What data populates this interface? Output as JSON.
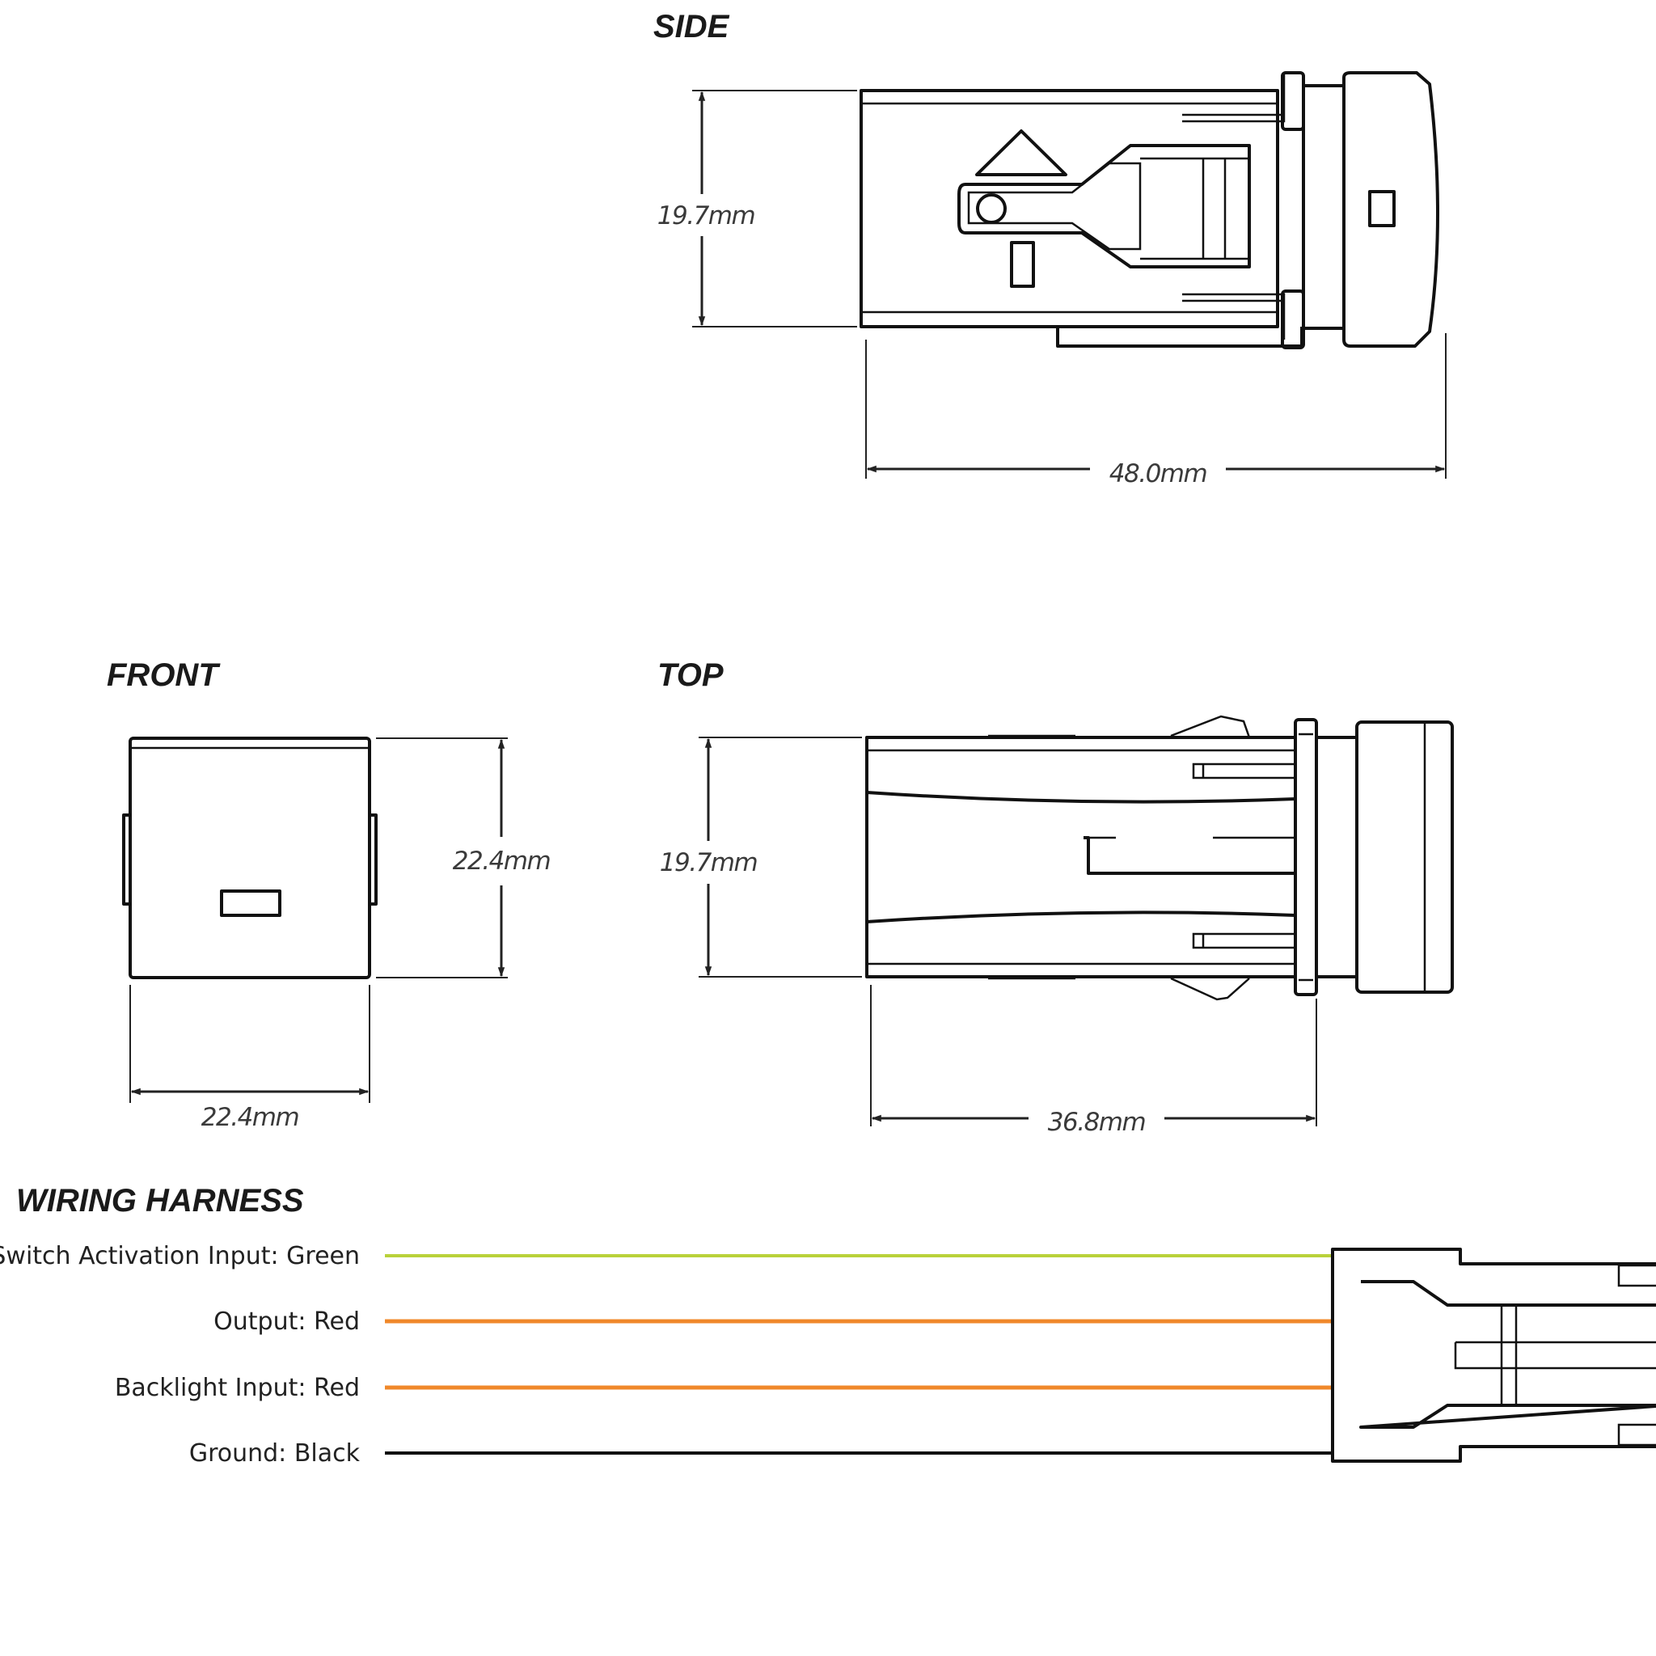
{
  "views": {
    "side": {
      "heading": "SIDE",
      "dim_height": "19.7mm",
      "dim_length": "48.0mm"
    },
    "front": {
      "heading": "FRONT",
      "dim_height": "22.4mm",
      "dim_width": "22.4mm"
    },
    "top": {
      "heading": "TOP",
      "dim_height": "19.7mm",
      "dim_length": "36.8mm"
    }
  },
  "wiring": {
    "heading": "WIRING HARNESS",
    "wires": [
      {
        "label": "Switch Activation Input: Green",
        "color": "#b9d13a"
      },
      {
        "label": "Output: Red",
        "color": "#f0882a"
      },
      {
        "label": "Backlight Input: Red",
        "color": "#f0882a"
      },
      {
        "label": "Ground: Black",
        "color": "#111111"
      }
    ]
  }
}
